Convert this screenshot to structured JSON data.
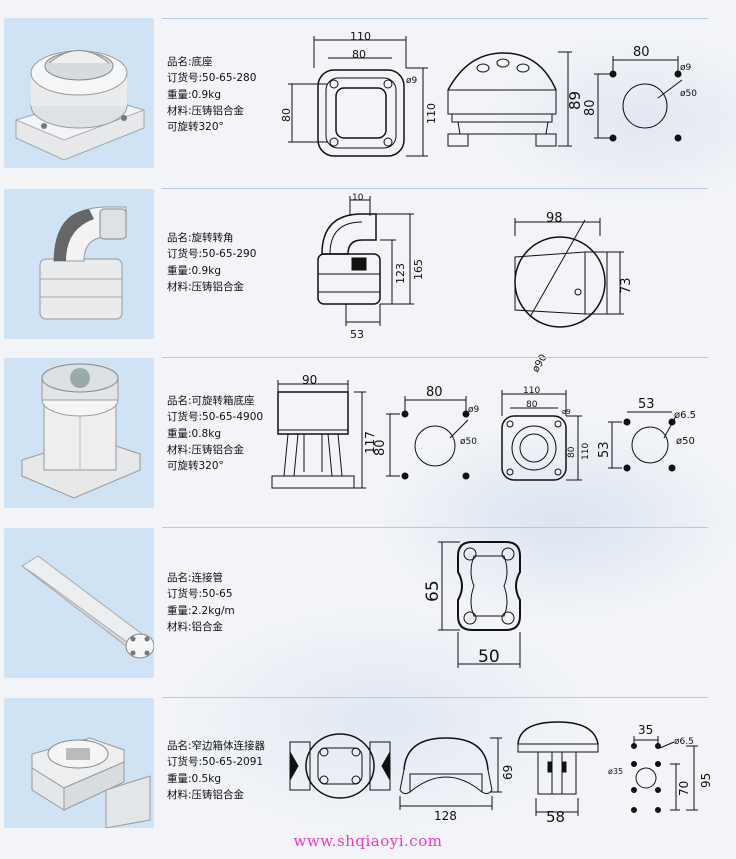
{
  "products": [
    {
      "name": "品名:底座",
      "order_no": "订货号:50-65-280",
      "weight": "重量:0.9kg",
      "material": "材料:压铸铝合金",
      "note": "可旋转320°",
      "dims": {
        "a": "110",
        "b": "80",
        "c": "ø9",
        "d": "80",
        "e": "110",
        "f": "89",
        "g": "80",
        "h": "ø9",
        "i": "80",
        "j": "ø50"
      }
    },
    {
      "name": "品名:旋转转角",
      "order_no": "订货号:50-65-290",
      "weight": "重量:0.9kg",
      "material": "材料:压铸铝合金",
      "dims": {
        "a": "10",
        "b": "165",
        "c": "123",
        "d": "53",
        "e": "98",
        "f": "ø90",
        "g": "73"
      }
    },
    {
      "name": "品名:可旋转箱底座",
      "order_no": "订货号:50-65-4900",
      "weight": "重量:0.8kg",
      "material": "材料:压铸铝合金",
      "note": "可旋转320°",
      "dims": {
        "a": "90",
        "b": "117",
        "c": "80",
        "d": "ø9",
        "e": "80",
        "f": "ø50",
        "g": "110",
        "h": "80",
        "i": "ø9",
        "j": "80",
        "k": "110",
        "l": "53",
        "m": "ø6.5",
        "n": "53",
        "o": "ø50"
      }
    },
    {
      "name": "品名:连接管",
      "order_no": "订货号:50-65",
      "weight": "重量:2.2kg/m",
      "material": "材料:铝合金",
      "dims": {
        "a": "65",
        "b": "50"
      }
    },
    {
      "name": "品名:窄边箱体连接器",
      "order_no": "订货号:50-65-2091",
      "weight": "重量:0.5kg",
      "material": "材料:压铸铝合金",
      "dims": {
        "a": "69",
        "b": "128",
        "c": "58",
        "d": "35",
        "e": "ø6.5",
        "f": "ø35",
        "g": "70",
        "h": "95"
      }
    }
  ],
  "footer": "www.shqiaoyi.com",
  "colors": {
    "accent": "#e83ac8",
    "photo_bg": "#cfe3f4",
    "line": "#111111"
  }
}
